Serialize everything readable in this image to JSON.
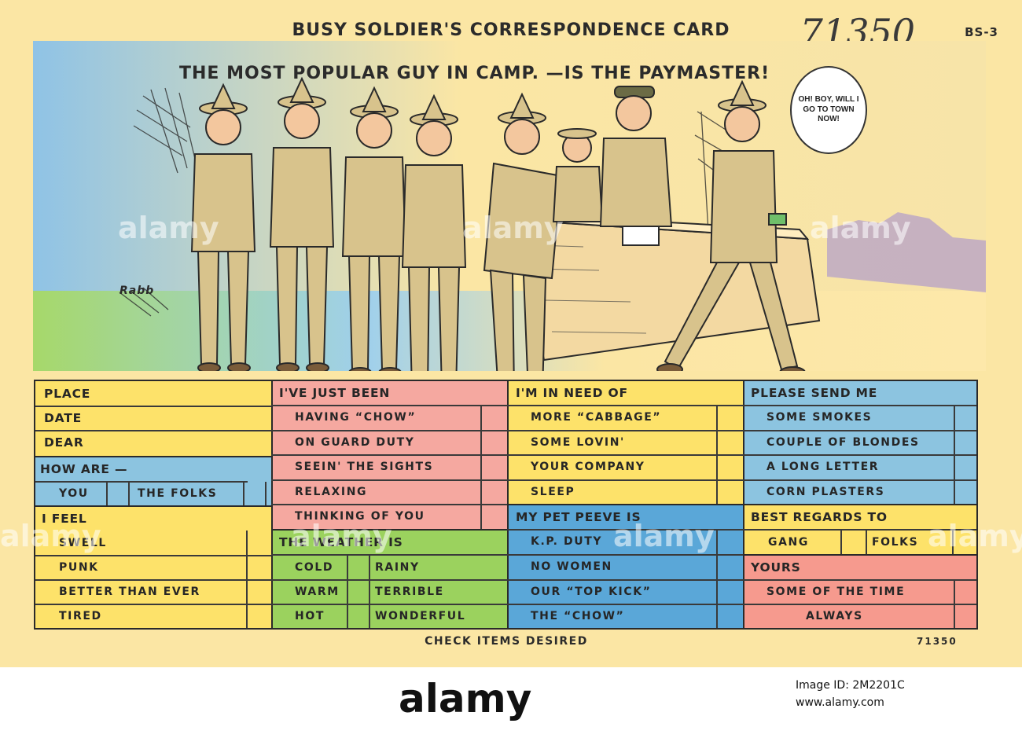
{
  "card": {
    "title": "BUSY SOLDIER'S CORRESPONDENCE CARD",
    "handwritten_number": "71350",
    "series_code": "BS-3",
    "caption": "THE MOST POPULAR GUY IN CAMP. —IS THE PAYMASTER!",
    "speech_bubble": "OH! BOY, WILL I GO TO TOWN NOW!",
    "artist_signature": "Rabb",
    "check_note": "CHECK ITEMS DESIRED",
    "print_number": "71350",
    "colors": {
      "card_bg": "#fbe6a4",
      "yellow": "#fde26a",
      "pink": "#f5a8a0",
      "blue": "#8cc4e0",
      "green": "#9bd25e",
      "deep_blue": "#5aa7d8",
      "salmon": "#f69a8e"
    }
  },
  "form": {
    "place": "PLACE",
    "date": "DATE",
    "dear": "DEAR",
    "how_are": "HOW ARE —",
    "how_are_options": [
      "YOU",
      "THE FOLKS"
    ],
    "i_feel": "I FEEL",
    "i_feel_options": [
      "SWELL",
      "PUNK",
      "BETTER THAN EVER",
      "TIRED"
    ],
    "just_been": "I'VE JUST BEEN",
    "just_been_options": [
      "HAVING “CHOW”",
      "ON GUARD DUTY",
      "SEEIN' THE SIGHTS",
      "RELAXING",
      "THINKING OF YOU"
    ],
    "weather": "THE WEATHER IS",
    "weather_options": [
      "COLD",
      "RAINY",
      "WARM",
      "TERRIBLE",
      "HOT",
      "WONDERFUL"
    ],
    "in_need": "I'M IN NEED OF",
    "in_need_options": [
      "MORE “CABBAGE”",
      "SOME LOVIN'",
      "YOUR COMPANY",
      "SLEEP"
    ],
    "pet_peeve": "MY PET PEEVE IS",
    "pet_peeve_options": [
      "K.P. DUTY",
      "NO WOMEN",
      "OUR “TOP KICK”",
      "THE “CHOW”"
    ],
    "please_send": "PLEASE SEND ME",
    "please_send_options": [
      "SOME SMOKES",
      "COUPLE OF BLONDES",
      "A LONG LETTER",
      "CORN PLASTERS"
    ],
    "best_regards": "BEST REGARDS TO",
    "best_regards_options": [
      "GANG",
      "FOLKS"
    ],
    "yours": "YOURS",
    "yours_options": [
      "SOME OF THE TIME",
      "ALWAYS"
    ]
  },
  "stock": {
    "watermark": "alamy",
    "logo": "alamy",
    "image_id": "Image ID: 2M2201C",
    "url": "www.alamy.com"
  }
}
